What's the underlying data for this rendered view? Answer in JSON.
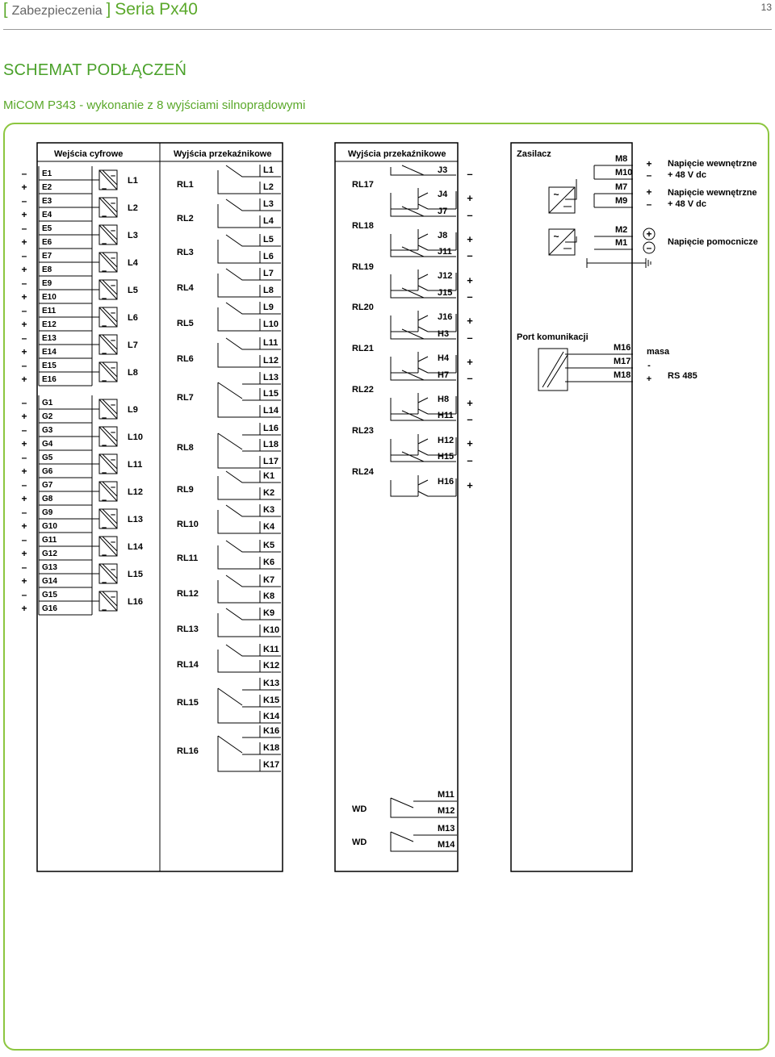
{
  "header": {
    "bracket_open": "[",
    "section": "Zabezpieczenia",
    "bracket_close": "]",
    "series": "Seria Px40",
    "page_number": "13"
  },
  "title": "SCHEMAT PODŁĄCZEŃ",
  "subtitle": "MiCOM P343 - wykonanie z 8 wyjściami silnoprądowymi",
  "digital_inputs": {
    "title": "Wejścia cyfrowe",
    "terminals_e": [
      "E1",
      "E2",
      "E3",
      "E4",
      "E5",
      "E6",
      "E7",
      "E8",
      "E9",
      "E10",
      "E11",
      "E12",
      "E13",
      "E14",
      "E15",
      "E16"
    ],
    "terminals_g": [
      "G1",
      "G2",
      "G3",
      "G4",
      "G5",
      "G6",
      "G7",
      "G8",
      "G9",
      "G10",
      "G11",
      "G12",
      "G13",
      "G14",
      "G15",
      "G16"
    ],
    "inputs": [
      "L1",
      "L2",
      "L3",
      "L4",
      "L5",
      "L6",
      "L7",
      "L8",
      "L9",
      "L10",
      "L11",
      "L12",
      "L13",
      "L14",
      "L15",
      "L16"
    ],
    "polarity": [
      "–",
      "+",
      "–",
      "+",
      "–",
      "+",
      "–",
      "+",
      "–",
      "+",
      "–",
      "+",
      "–",
      "+",
      "–",
      "+",
      "–",
      "+",
      "–",
      "+",
      "–",
      "+",
      "–",
      "+",
      "–",
      "+",
      "–",
      "+",
      "–",
      "+",
      "–",
      "+"
    ]
  },
  "relay_outputs_1": {
    "title": "Wyjścia przekaźnikowe",
    "relays": [
      "RL1",
      "RL2",
      "RL3",
      "RL4",
      "RL5",
      "RL6",
      "RL7",
      "RL8",
      "RL9",
      "RL10",
      "RL11",
      "RL12",
      "RL13",
      "RL14",
      "RL15",
      "RL16"
    ],
    "terminals": [
      [
        "L1",
        "L2"
      ],
      [
        "L3",
        "L4"
      ],
      [
        "L5",
        "L6"
      ],
      [
        "L7",
        "L8"
      ],
      [
        "L9",
        "L10"
      ],
      [
        "L11",
        "L12"
      ],
      [
        "L13",
        "L15",
        "L14"
      ],
      [
        "L16",
        "L18",
        "L17"
      ],
      [
        "K1",
        "K2"
      ],
      [
        "K3",
        "K4"
      ],
      [
        "K5",
        "K6"
      ],
      [
        "K7",
        "K8"
      ],
      [
        "K9",
        "K10"
      ],
      [
        "K11",
        "K12"
      ],
      [
        "K13",
        "K15",
        "K14"
      ],
      [
        "K16",
        "K18",
        "K17"
      ]
    ]
  },
  "relay_outputs_2": {
    "title": "Wyjścia przekaźnikowe",
    "relays": [
      "RL17",
      "RL18",
      "RL19",
      "RL20",
      "RL21",
      "RL22",
      "RL23",
      "RL24"
    ],
    "terminals": [
      [
        "J3",
        "J4"
      ],
      [
        "J7",
        "J8"
      ],
      [
        "J11",
        "J12"
      ],
      [
        "J15",
        "J16"
      ],
      [
        "H3",
        "H4"
      ],
      [
        "H7",
        "H8"
      ],
      [
        "H11",
        "H12"
      ],
      [
        "H15",
        "H16"
      ]
    ],
    "polarity": [
      "–",
      "+",
      "–",
      "+",
      "–",
      "+",
      "–",
      "+",
      "–",
      "+",
      "–",
      "+",
      "–",
      "+",
      "–",
      "+"
    ],
    "watchdog": [
      {
        "label": "WD",
        "terminals": [
          "M11",
          "M12"
        ]
      },
      {
        "label": "WD",
        "terminals": [
          "M13",
          "M14"
        ]
      }
    ]
  },
  "power": {
    "title": "Zasilacz",
    "terminals": [
      "M8",
      "M10",
      "M7",
      "M9",
      "M2",
      "M1"
    ],
    "signs": [
      "+",
      "–",
      "+",
      "–"
    ],
    "desc1": [
      "Napięcie wewnętrzne",
      "+ 48 V dc"
    ],
    "desc2": [
      "Napięcie wewnętrzne",
      "+ 48 V dc"
    ],
    "aux_signs": [
      "+",
      "–"
    ],
    "aux_desc": "Napięcie pomocnicze"
  },
  "comm": {
    "title": "Port komunikacji",
    "terminals": [
      "M16",
      "M17",
      "M18"
    ],
    "labels": [
      "masa",
      "-",
      "+"
    ],
    "rs485": "RS 485"
  }
}
